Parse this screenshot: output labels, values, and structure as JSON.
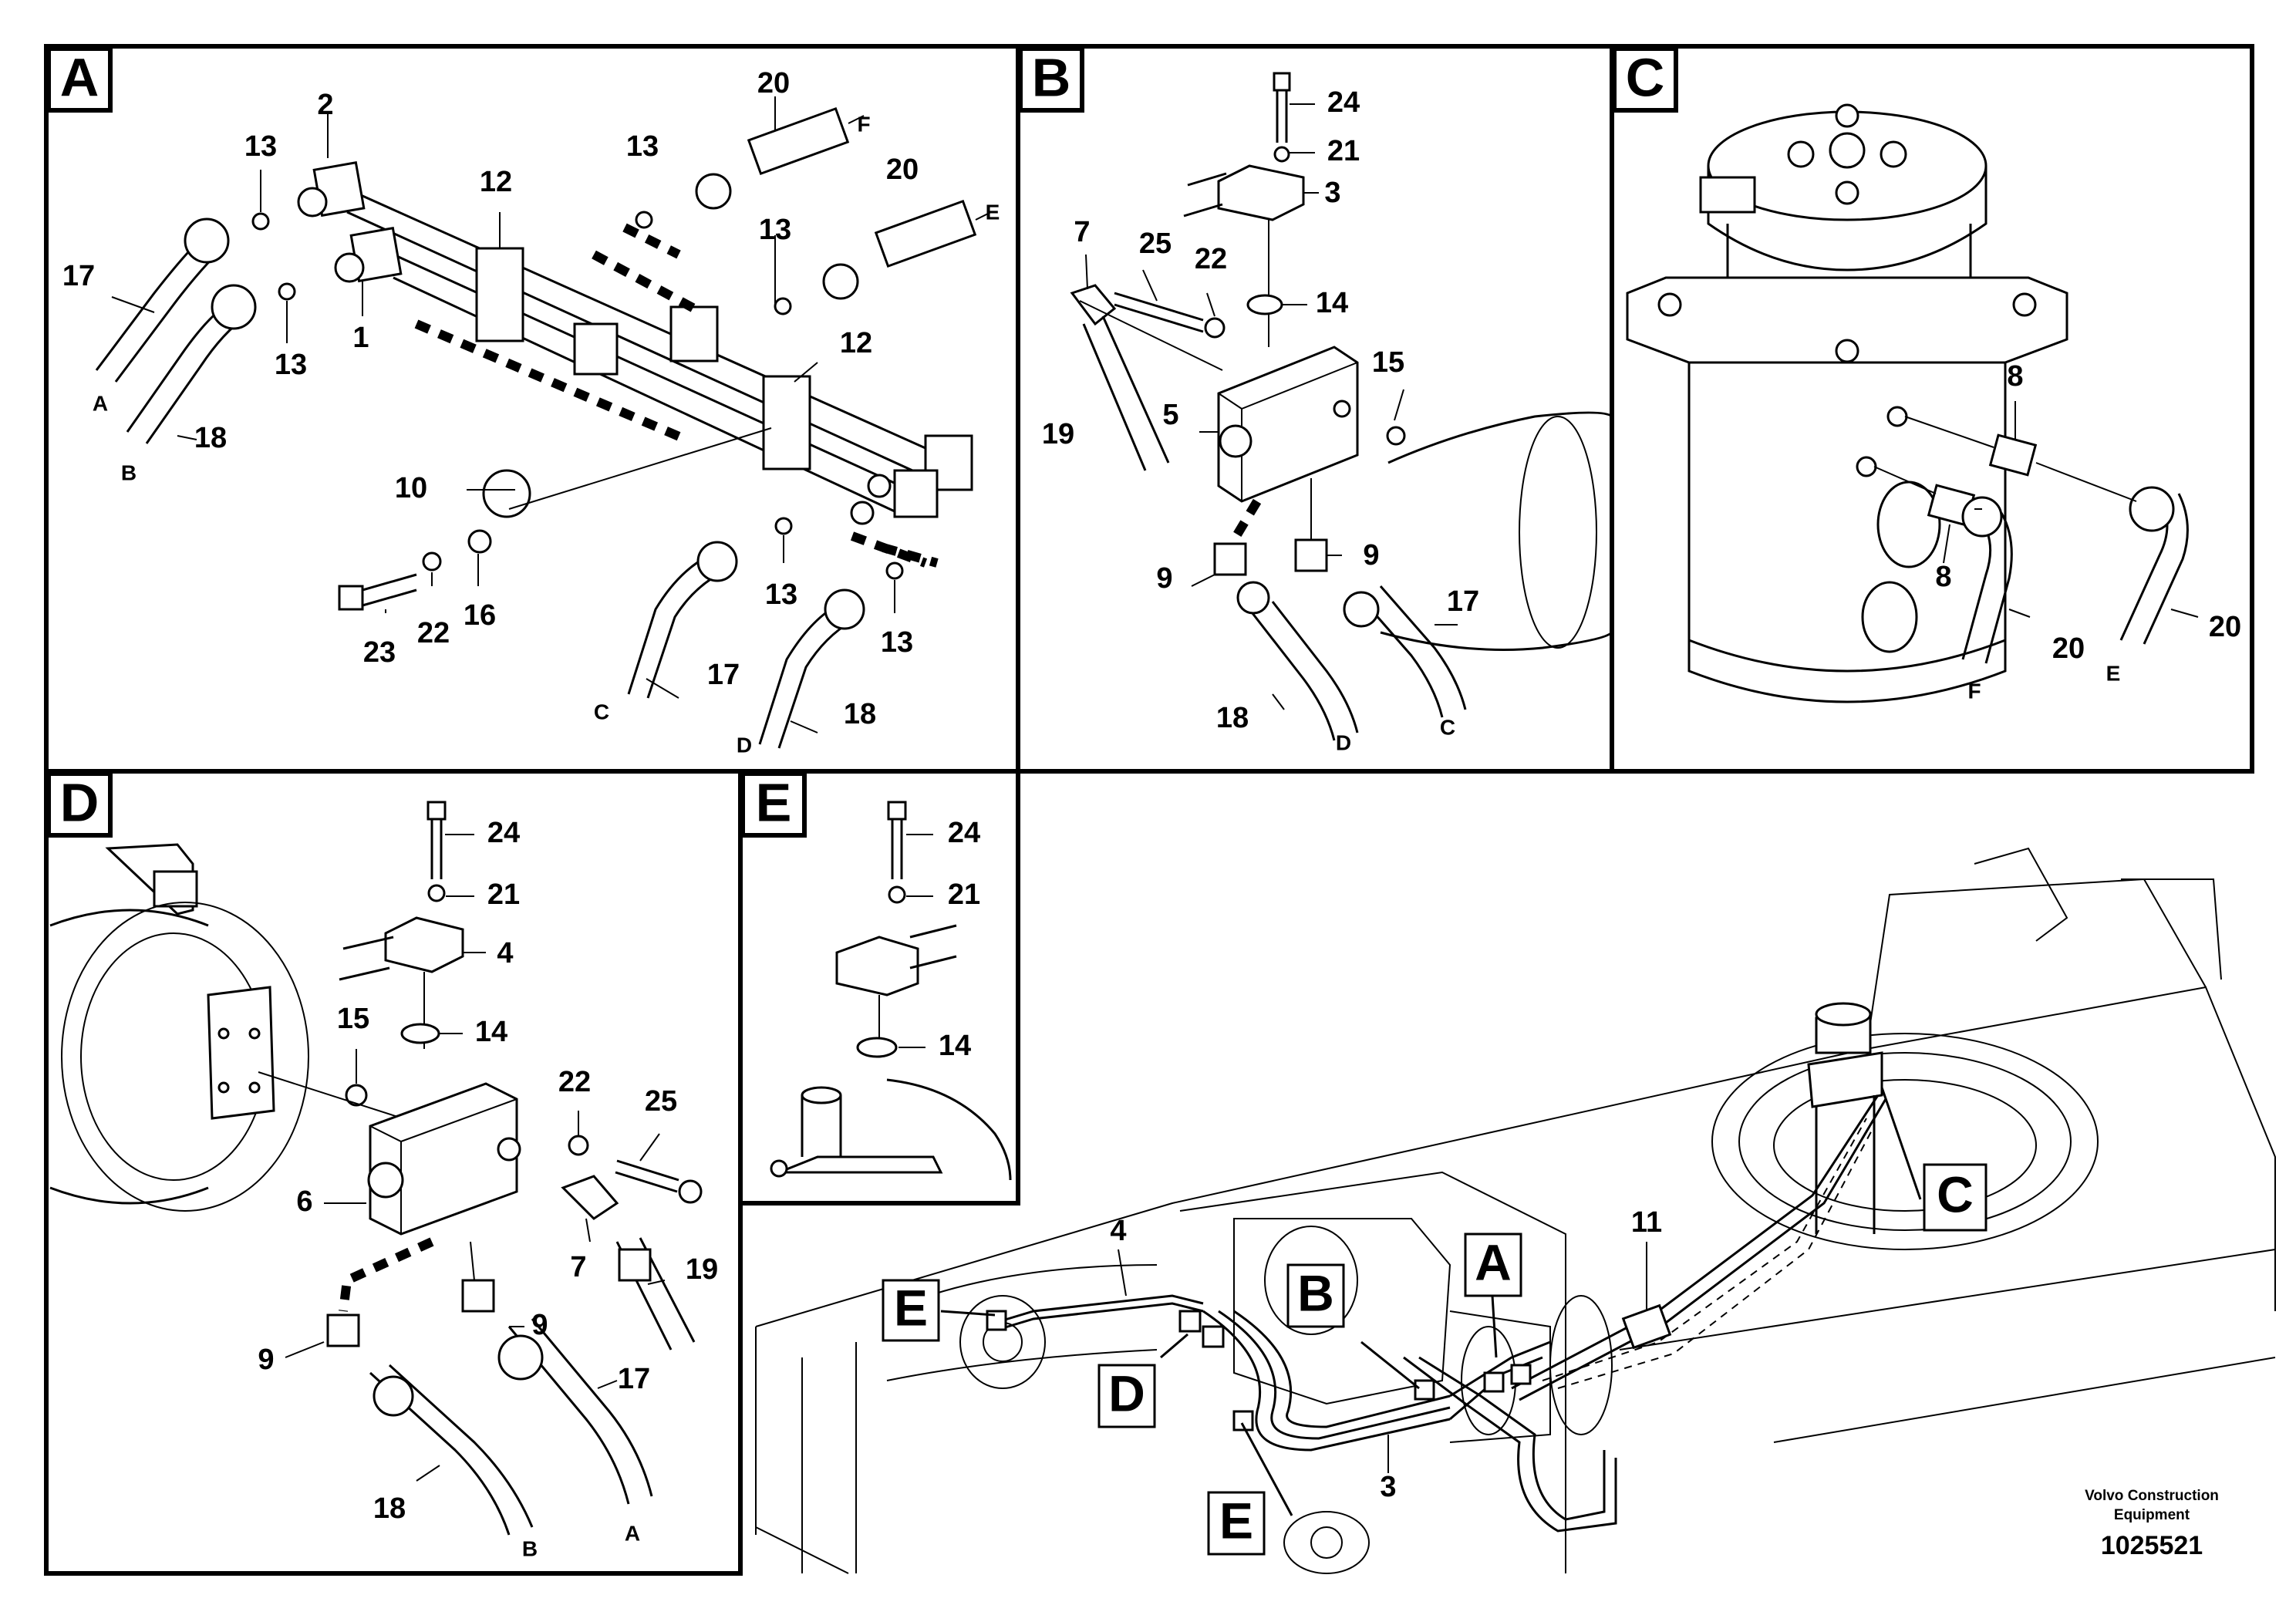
{
  "panels": {
    "A": "A",
    "B": "B",
    "C": "C",
    "D": "D",
    "E": "E"
  },
  "panel_a": {
    "part_numbers": [
      "2",
      "13",
      "20",
      "13",
      "20",
      "17",
      "13",
      "1",
      "12",
      "13",
      "12",
      "18",
      "10",
      "23",
      "22",
      "16",
      "13",
      "13",
      "17",
      "18"
    ],
    "port_letters": [
      "F",
      "E",
      "A",
      "B",
      "C",
      "D"
    ]
  },
  "panel_b": {
    "part_numbers": [
      "24",
      "21",
      "3",
      "7",
      "25",
      "22",
      "14",
      "15",
      "5",
      "19",
      "9",
      "9",
      "17",
      "18"
    ],
    "port_letters": [
      "D",
      "C"
    ]
  },
  "panel_c": {
    "part_numbers": [
      "8",
      "8",
      "20",
      "20"
    ],
    "port_letters": [
      "F",
      "E"
    ]
  },
  "panel_d": {
    "part_numbers": [
      "24",
      "21",
      "4",
      "14",
      "15",
      "22",
      "25",
      "6",
      "7",
      "19",
      "9",
      "9",
      "17",
      "18"
    ],
    "port_letters": [
      "B",
      "A"
    ]
  },
  "panel_e": {
    "part_numbers": [
      "24",
      "21",
      "14"
    ]
  },
  "overview": {
    "part_numbers": [
      "4",
      "11",
      "3"
    ],
    "callouts": [
      "E",
      "D",
      "B",
      "A",
      "C",
      "E"
    ]
  },
  "footer": {
    "maker_line1": "Volvo Construction",
    "maker_line2": "Equipment",
    "doc_number": "1025521"
  }
}
